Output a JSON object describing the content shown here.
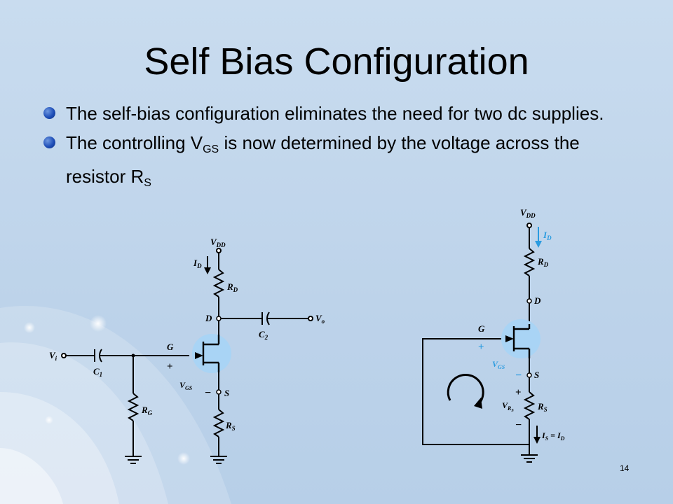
{
  "slide": {
    "title": "Self Bias Configuration",
    "page_number": "14"
  },
  "bullets": [
    {
      "text": "The self-bias configuration eliminates the need for two dc supplies."
    },
    {
      "text_before": "The controlling V",
      "sub1": "GS",
      "text_middle": " is now determined by the voltage across the resistor R",
      "sub2": "S"
    }
  ],
  "circuit_left": {
    "labels": {
      "vdd": "V",
      "vdd_sub": "DD",
      "id": "I",
      "id_sub": "D",
      "rd": "R",
      "rd_sub": "D",
      "d": "D",
      "c2": "C",
      "c2_sub": "2",
      "vo": "V",
      "vo_sub": "o",
      "vi": "V",
      "vi_sub": "i",
      "c1": "C",
      "c1_sub": "1",
      "g": "G",
      "plus": "+",
      "vgs": "V",
      "vgs_sub": "GS",
      "minus": "−",
      "s": "S",
      "rg": "R",
      "rg_sub": "G",
      "rs": "R",
      "rs_sub": "S"
    }
  },
  "circuit_right": {
    "labels": {
      "vdd": "V",
      "vdd_sub": "DD",
      "id": "I",
      "id_sub": "D",
      "rd": "R",
      "rd_sub": "D",
      "d": "D",
      "g": "G",
      "plus_g": "+",
      "vgs": "V",
      "vgs_sub": "GS",
      "minus_s": "−",
      "s": "S",
      "plus_rs": "+",
      "vrs": "V",
      "vrs_sub": "R",
      "vrs_subsub": "S",
      "rs": "R",
      "rs_sub": "S",
      "minus_rs": "−",
      "is": "I",
      "is_sub": "S",
      "is_eq": " = I",
      "is_eq_sub": "D"
    }
  },
  "colors": {
    "background": "#bfd5eb",
    "bullet": "#1f4fb8",
    "transistor_fill": "#a9d4f5",
    "annotation_blue": "#2a9be0"
  }
}
